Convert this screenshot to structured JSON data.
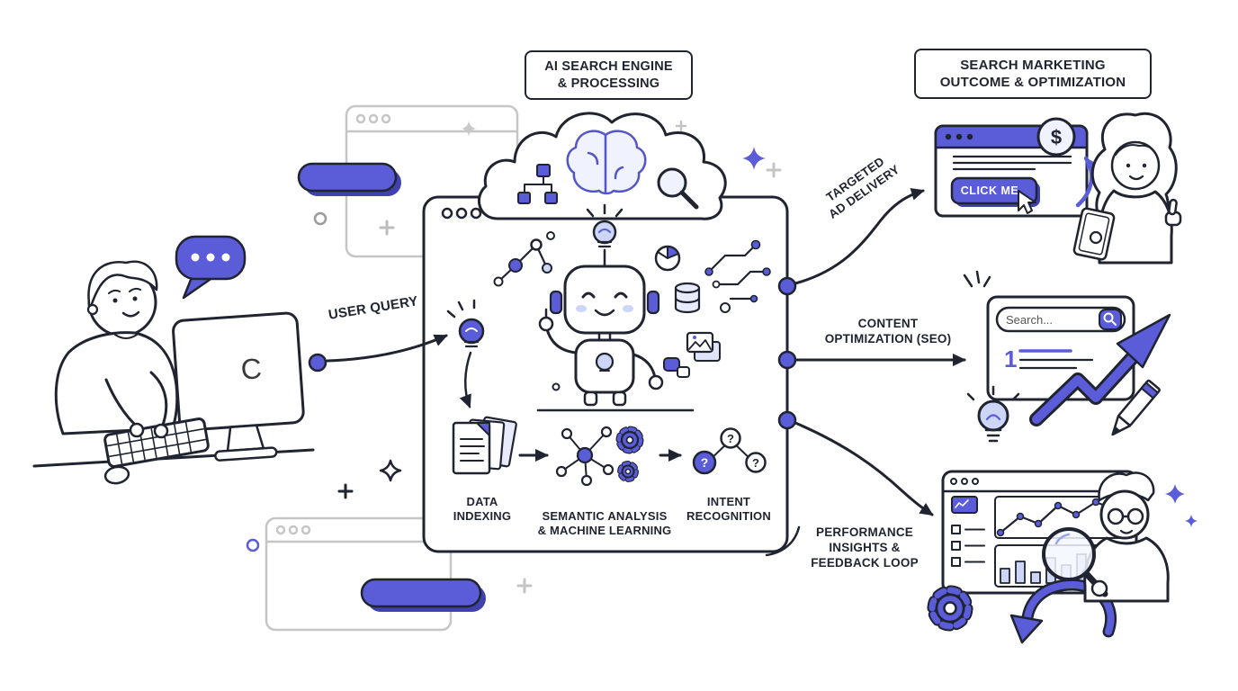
{
  "palette": {
    "purple": "#5a5cd8",
    "light_purple": "#cdd6f7",
    "ink": "#1f2430"
  },
  "headers": {
    "engine": {
      "line1": "AI SEARCH ENGINE",
      "line2": "& PROCESSING"
    },
    "outcome": {
      "line1": "SEARCH MARKETING",
      "line2": "OUTCOME & OPTIMIZATION"
    }
  },
  "flow": {
    "user_query": "USER QUERY",
    "targeted_ad": {
      "line1": "TARGETED",
      "line2": "AD DELIVERY"
    },
    "content_seo": {
      "line1": "CONTENT",
      "line2": "OPTIMIZATION (SEO)"
    },
    "performance": {
      "line1": "PERFORMANCE",
      "line2": "INSIGHTS &",
      "line3": "FEEDBACK LOOP"
    }
  },
  "engine_panel": {
    "stage_data": {
      "line1": "DATA",
      "line2": "INDEXING"
    },
    "stage_semantic": {
      "line1": "SEMANTIC ANALYSIS",
      "line2": "& MACHINE LEARNING"
    },
    "stage_intent": {
      "line1": "INTENT",
      "line2": "RECOGNITION"
    },
    "question_mark": "?"
  },
  "monitor": {
    "screen_text": "C"
  },
  "ad_card": {
    "button_label": "CLICK ME",
    "coin_symbol": "$"
  },
  "seo_card": {
    "search_text": "Search...",
    "rank": "1"
  }
}
